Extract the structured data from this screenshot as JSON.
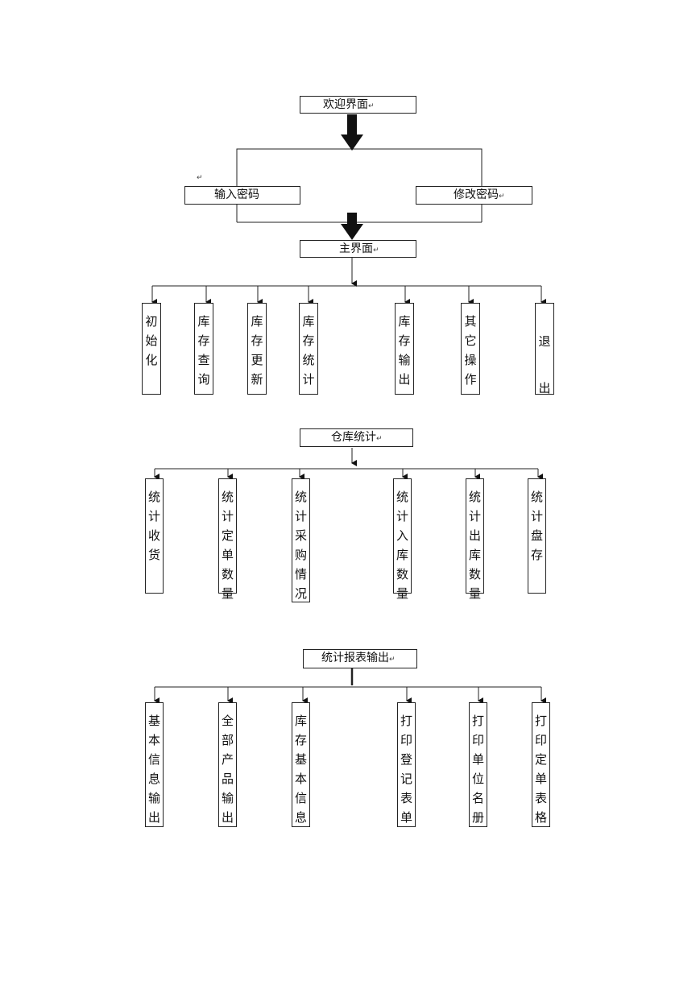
{
  "top": {
    "welcome": "欢迎界面",
    "login": "输入密码",
    "change_password": "修改密码",
    "main": "主界面"
  },
  "main_children": [
    "初始化",
    "库存查询",
    "库存更新",
    "库存统计",
    "库存输出",
    "其它操作",
    "退出"
  ],
  "statistics": {
    "title": "仓库统计",
    "children": [
      "统计收货",
      "统计定单数量",
      "统计采购情况",
      "统计入库数量",
      "统计出库数量",
      "统计盘存"
    ]
  },
  "report": {
    "title": "统计报表输出",
    "children": [
      "基本信息输出",
      "全部产品输出",
      "库存基本信息",
      "打印登记表单",
      "打印单位名册",
      "打印定单表格"
    ]
  },
  "paragraph_mark": "↵"
}
